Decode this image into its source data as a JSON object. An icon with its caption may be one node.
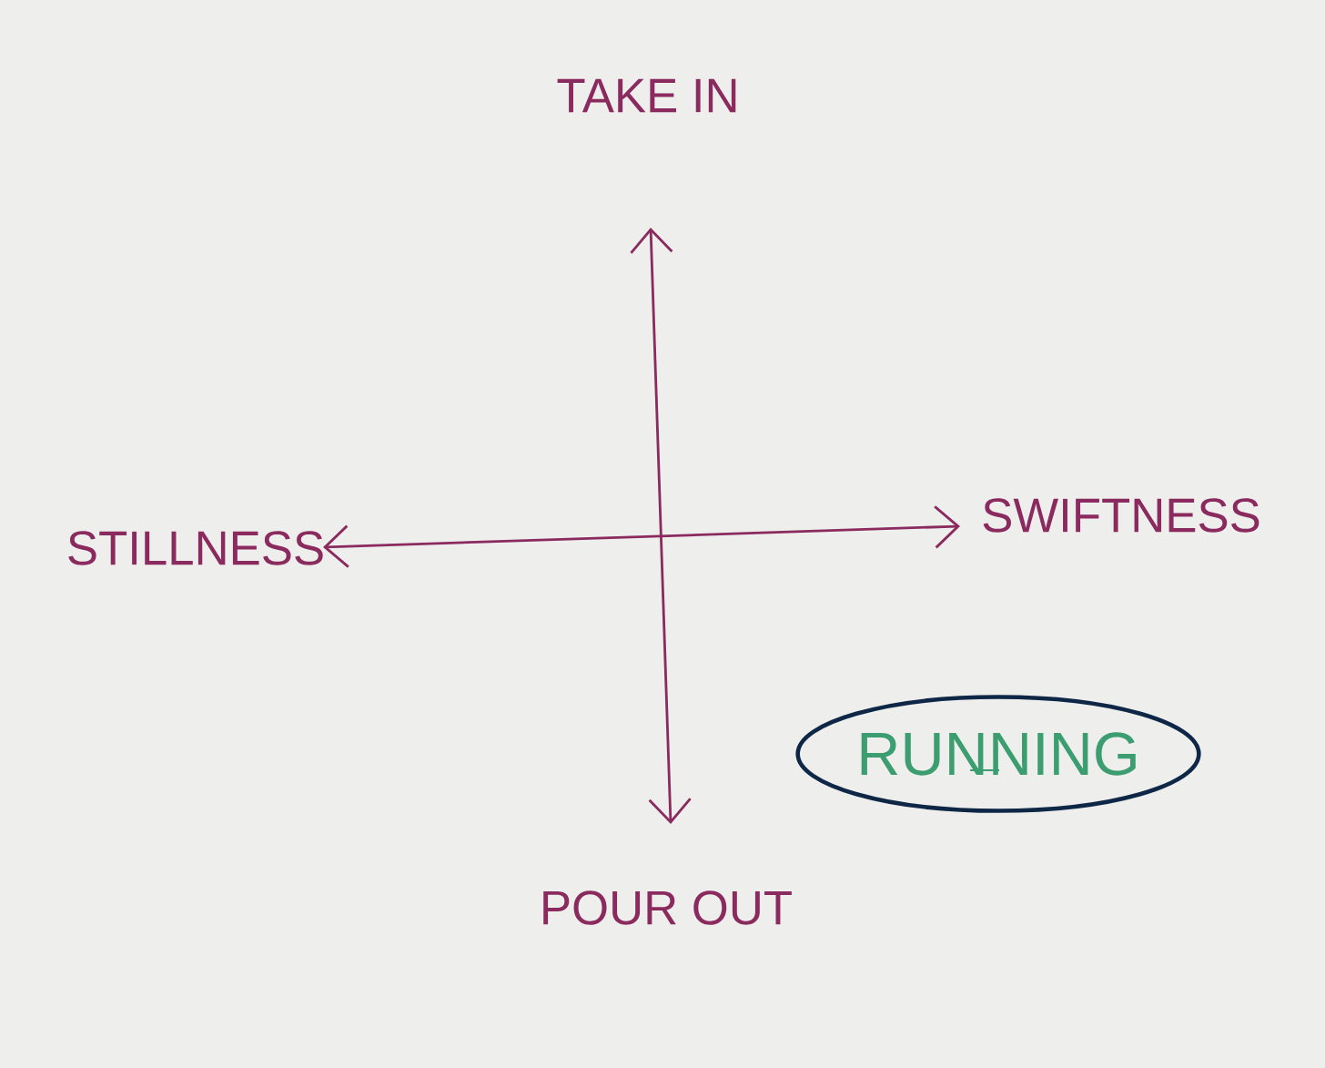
{
  "diagram": {
    "nodes": [
      {
        "text": [
          "RUNNING"
        ]
      }
    ],
    "labels": [
      "TAKE IN",
      "STILLNESS",
      "SWIFTNESS",
      "POUR OUT"
    ]
  }
}
